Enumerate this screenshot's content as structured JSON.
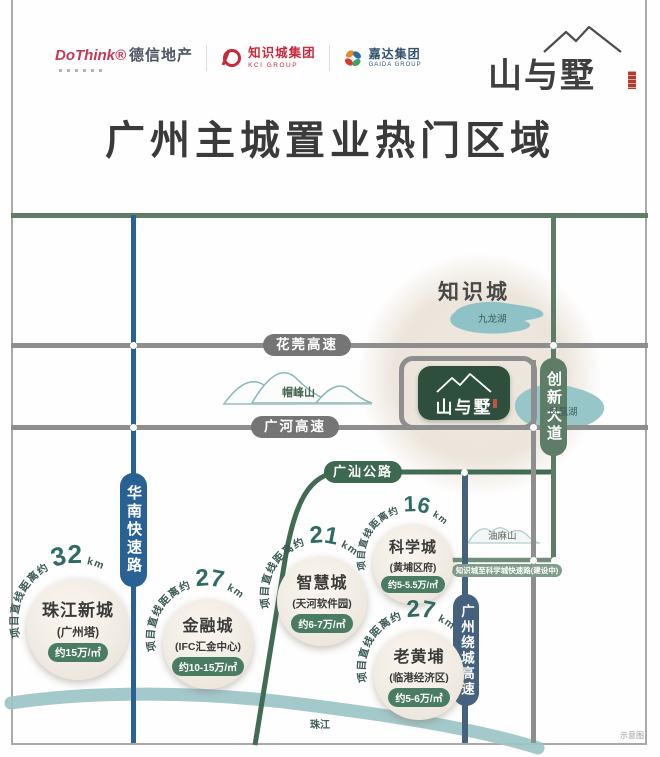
{
  "header": {
    "developer_logos": [
      {
        "id": "dothink",
        "brand_en": "DoThink®",
        "brand_cn": "德信地产"
      },
      {
        "id": "kci",
        "name_cn": "知识城集团",
        "name_en": "KCI GROUP"
      },
      {
        "id": "gaida",
        "name_cn": "嘉达集团",
        "name_en": "GAIDA GROUP"
      }
    ],
    "project_logo": "山与墅"
  },
  "title": "广州主城置业热门区域",
  "map": {
    "region_label": "知识城",
    "lakes": {
      "jiulonghu": "九龙湖",
      "fenghuanghu": "凤凰湖"
    },
    "mountains": {
      "maofengshan": "帽峰山",
      "youmashan": "油麻山"
    },
    "roads": {
      "huawan": "花莞高速",
      "guanghe": "广河高速",
      "huanan": "华南快速路",
      "guangshan": "广汕公路",
      "chuangxin": "创新大道",
      "raocheng": "广州绕城高速",
      "kexue_link": "知识城至科学城快速路(建设中)"
    },
    "river": "珠江",
    "project_marker": "山与墅",
    "cities": [
      {
        "name": "珠江新城",
        "landmark": "(广州塔)",
        "price": "约15万/㎡",
        "distance_prefix": "项目直线距离约",
        "distance_value": "32",
        "distance_unit": "km"
      },
      {
        "name": "金融城",
        "landmark": "(IFC汇金中心)",
        "price": "约10-15万/㎡",
        "distance_prefix": "项目直线距离约",
        "distance_value": "27",
        "distance_unit": "km"
      },
      {
        "name": "智慧城",
        "landmark": "(天河软件园)",
        "price": "约6-7万/㎡",
        "distance_prefix": "项目直线距离约",
        "distance_value": "21",
        "distance_unit": "km"
      },
      {
        "name": "科学城",
        "landmark": "(黄埔区府)",
        "price": "约5-5.5万/㎡",
        "distance_prefix": "项目直线距离约",
        "distance_value": "16",
        "distance_unit": "km"
      },
      {
        "name": "老黄埔",
        "landmark": "(临港经济区)",
        "price": "约5-6万/㎡",
        "distance_prefix": "项目直线距离约",
        "distance_value": "27",
        "distance_unit": "km"
      }
    ],
    "disclaimer": "示意图"
  },
  "colors": {
    "road_green": "#5d7d66",
    "road_gray": "#8e8e8e",
    "road_blue": "#2a6195",
    "road_slate": "#44617e",
    "road_dark_green": "#416b53",
    "water": "#9cc4c7",
    "marker_bg": "#2f4f3e",
    "price_pill": "#4a7c61",
    "distance_text": "#2f6b63"
  }
}
